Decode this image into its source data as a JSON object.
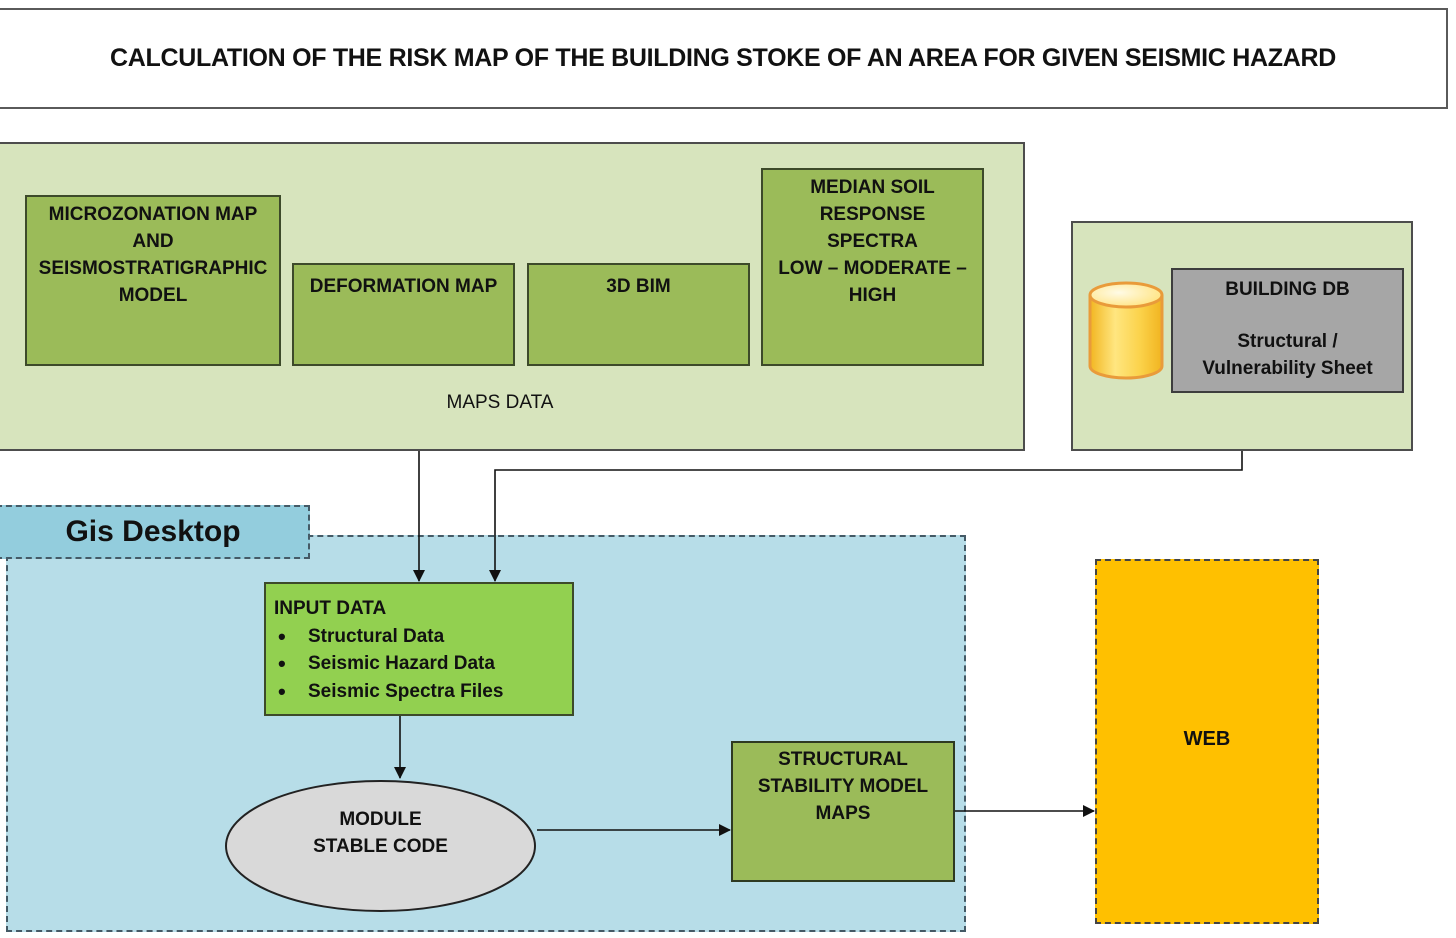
{
  "title": "CALCULATION OF THE RISK MAP OF THE BUILDING STOKE OF AN AREA FOR GIVEN SEISMIC HAZARD",
  "maps_panel": {
    "label": "MAPS DATA",
    "boxes": [
      {
        "lines": [
          "MICROZONATION MAP",
          "AND",
          "SEISMOSTRATIGRAPHIC",
          "MODEL"
        ]
      },
      {
        "lines": [
          "DEFORMATION MAP"
        ]
      },
      {
        "lines": [
          "3D BIM"
        ]
      },
      {
        "lines": [
          "MEDIAN SOIL",
          "RESPONSE",
          "SPECTRA",
          "LOW – MODERATE –",
          "HIGH"
        ]
      }
    ]
  },
  "db_panel": {
    "icon": "database-cylinder-icon",
    "title": "BUILDING DB",
    "subtitle_lines": [
      "Structural /",
      "Vulnerability Sheet"
    ]
  },
  "gis_desktop": {
    "label": "Gis Desktop",
    "input_data": {
      "heading": "INPUT DATA",
      "items": [
        "Structural Data",
        "Seismic Hazard Data",
        "Seismic Spectra Files"
      ]
    },
    "module": {
      "lines": [
        "MODULE",
        "STABLE CODE"
      ]
    },
    "stability": {
      "lines": [
        "STRUCTURAL",
        "STABILITY MODEL",
        "MAPS"
      ]
    }
  },
  "web": {
    "label": "WEB"
  },
  "colors": {
    "panel_green_light": "#d7e4bd",
    "box_green": "#9bbb59",
    "input_green": "#92d050",
    "gis_blue": "#b7dde8",
    "gis_tab_blue": "#93cddd",
    "db_gray": "#a6a6a6",
    "module_gray": "#d9d9d9",
    "web_orange": "#ffc000"
  }
}
